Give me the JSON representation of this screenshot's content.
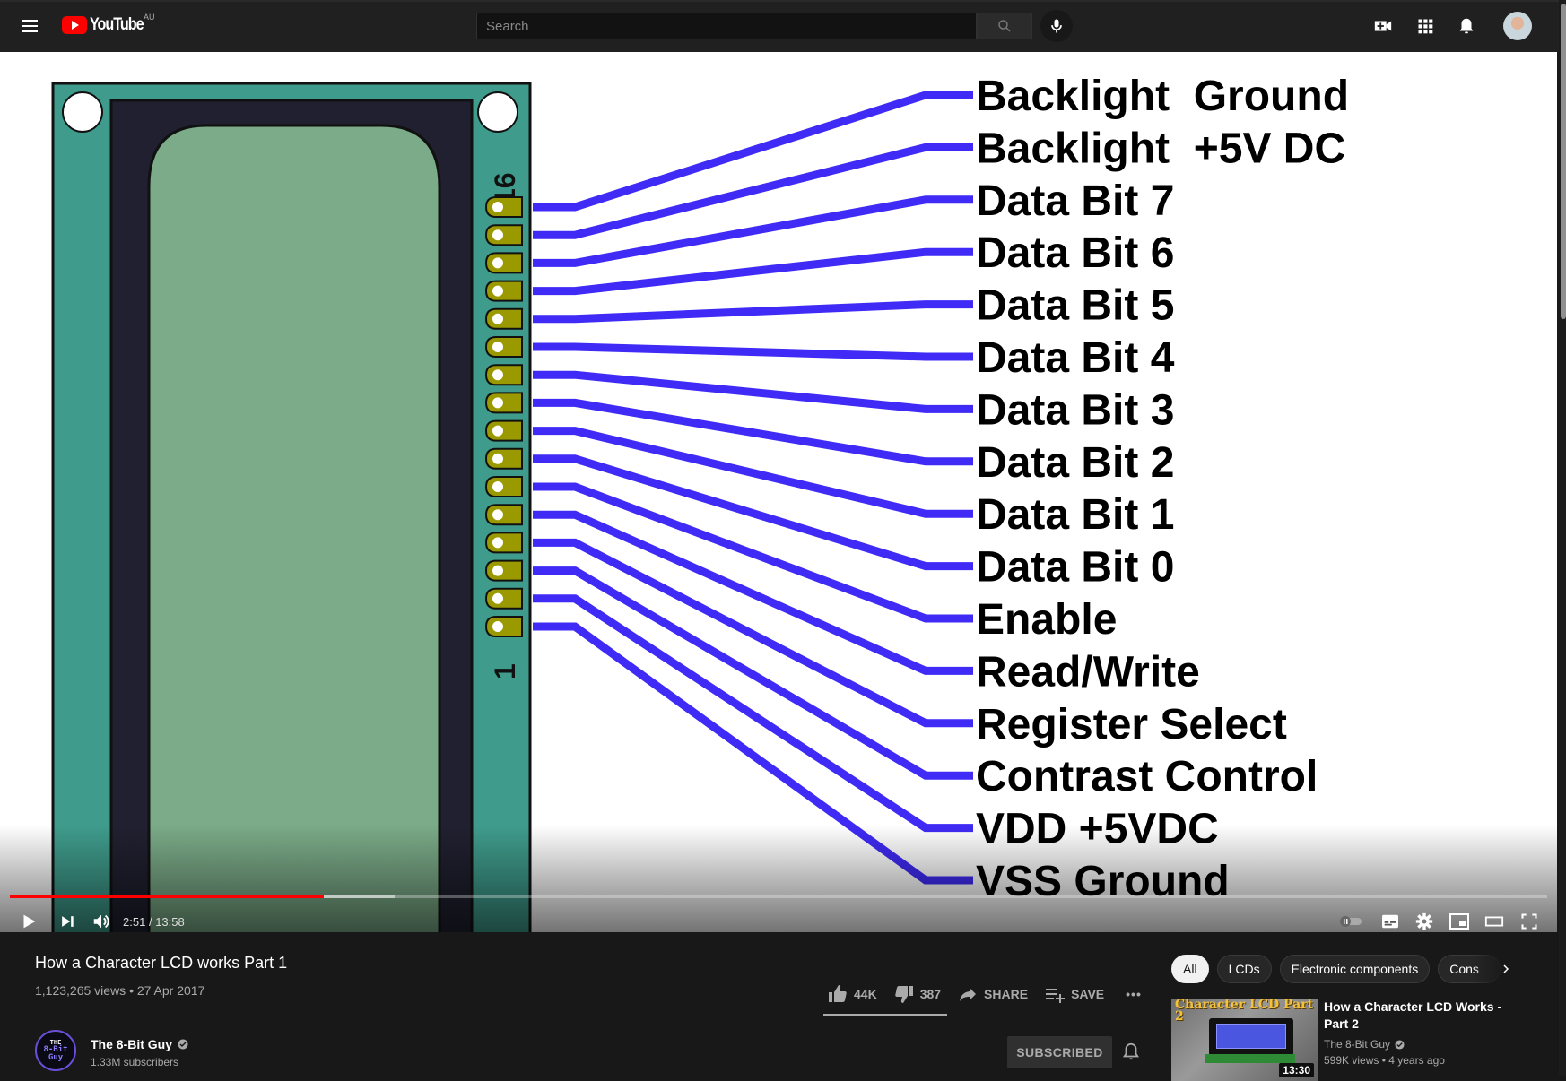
{
  "header": {
    "logo_text": "YouTube",
    "region_code": "AU",
    "search_placeholder": "Search"
  },
  "video": {
    "diagram": {
      "pin_number_top": "16",
      "pin_number_bottom": "1",
      "pin_labels": [
        "Backlight  Ground",
        "Backlight  +5V DC",
        "Data Bit 7",
        "Data Bit 6",
        "Data Bit 5",
        "Data Bit 4",
        "Data Bit 3",
        "Data Bit 2",
        "Data Bit 1",
        "Data Bit 0",
        "Enable",
        "Read/Write",
        "Register Select",
        "Contrast Control",
        "VDD +5VDC",
        "VSS Ground"
      ],
      "colors": {
        "wire": "#3f2bf5",
        "pcb": "#3f9c8c",
        "bezel": "#202030",
        "screen": "#7bab88",
        "pad": "#9a9a00"
      }
    },
    "player": {
      "current_time": "2:51",
      "time_separator": "/",
      "duration": "13:58",
      "progress_fraction": 0.204,
      "buffered_fraction": 0.25,
      "progress_color": "#ff0000"
    }
  },
  "info": {
    "title": "How a Character LCD works Part 1",
    "meta": "1,123,265 views • 27 Apr 2017",
    "likes": "44K",
    "dislikes": "387",
    "share_label": "SHARE",
    "save_label": "SAVE",
    "more_label": "•••",
    "channel": {
      "name": "The 8-Bit Guy",
      "subscribers": "1.33M subscribers",
      "avatar_text_top": "THE",
      "avatar_text_mid": "8-Bit",
      "avatar_text_bot": "Guy",
      "subscribe_label": "SUBSCRIBED"
    }
  },
  "sidebar": {
    "chips": [
      "All",
      "LCDs",
      "Electronic components",
      "Cons"
    ],
    "active_chip": 0,
    "recommendation": {
      "title": "How a Character LCD Works - Part 2",
      "channel": "The 8-Bit Guy",
      "meta": "599K views • 4 years ago",
      "duration": "13:30",
      "thumb_text": "Character LCD Part 2"
    }
  }
}
